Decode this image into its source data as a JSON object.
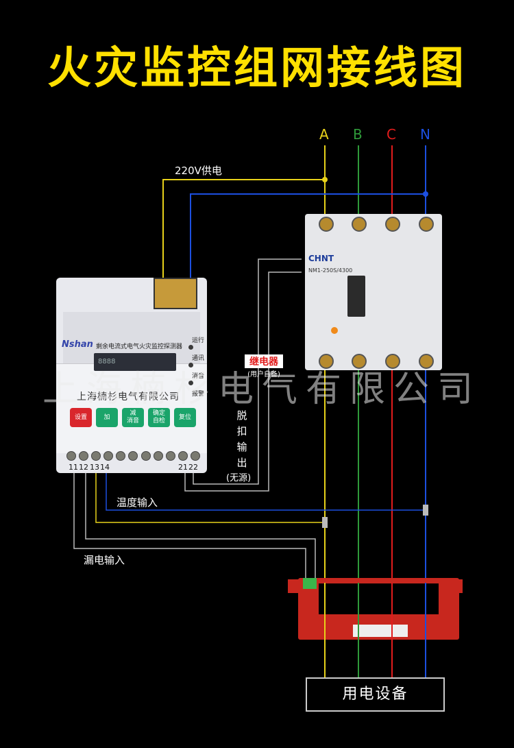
{
  "title": "火灾监控组网接线图",
  "phases": [
    {
      "label": "A",
      "color": "#e8d21a"
    },
    {
      "label": "B",
      "color": "#2f9a3a"
    },
    {
      "label": "C",
      "color": "#e21c1c"
    },
    {
      "label": "N",
      "color": "#1c4fe0"
    }
  ],
  "labels": {
    "power_supply": "220V供电",
    "temperature_input": "温度输入",
    "leakage_input": "漏电输入",
    "relay_title": "继电器",
    "relay_sub": "(用户自备)",
    "trip_output": [
      "脱",
      "扣",
      "输",
      "出"
    ],
    "passive": "(无源)",
    "equipment": "用电设备",
    "watermark": "上海楠杉电气有限公司"
  },
  "device": {
    "brand": "Nshan",
    "name": "剩余电流式电气火灾监控探测器",
    "lcd_text": "8888",
    "company": "上海楠杉电气有限公司",
    "indicators": [
      "运行",
      "通讯",
      "消音",
      "报警"
    ],
    "buttons": [
      {
        "label": "设置",
        "color": "red"
      },
      {
        "label": "加",
        "color": "green"
      },
      {
        "label": "减\n消音",
        "color": "green"
      },
      {
        "label": "确定\n自检",
        "color": "green"
      },
      {
        "label": "复位",
        "color": "green"
      }
    ],
    "terminals": [
      "11",
      "12",
      "13",
      "14",
      "21",
      "22"
    ]
  },
  "breaker": {
    "brand": "CHNT",
    "model": "NM1-250S/4300"
  }
}
